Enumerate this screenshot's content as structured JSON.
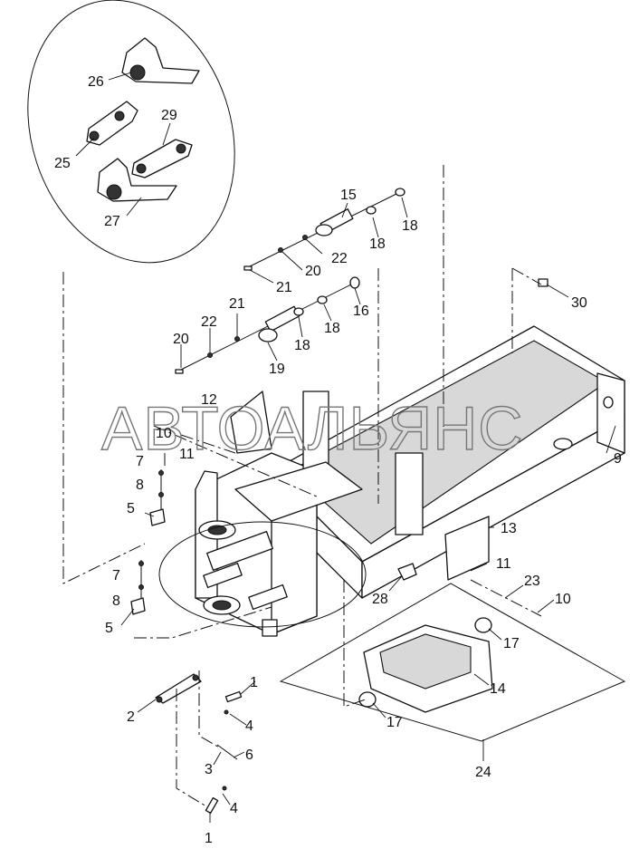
{
  "watermark": "АВТОАЛЬЯНС",
  "labels": [
    "26",
    "25",
    "29",
    "27",
    "15",
    "18",
    "18",
    "22",
    "20",
    "21",
    "16",
    "18",
    "18",
    "21",
    "22",
    "20",
    "19",
    "30",
    "12",
    "10",
    "11",
    "9",
    "7",
    "8",
    "5",
    "7",
    "8",
    "5",
    "13",
    "11",
    "23",
    "10",
    "28",
    "17",
    "14",
    "17",
    "24",
    "1",
    "2",
    "4",
    "6",
    "3",
    "4",
    "1"
  ]
}
